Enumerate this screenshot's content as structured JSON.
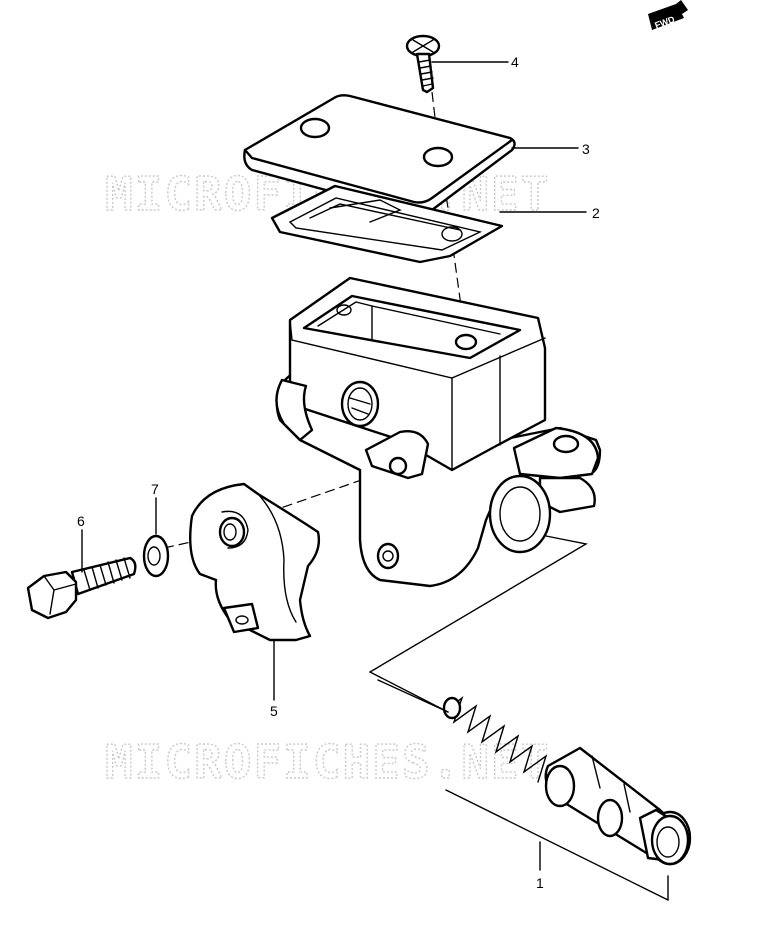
{
  "watermark": "MICROFICHES.NET",
  "orientation_badge": {
    "text": "FWD"
  },
  "callouts": [
    {
      "id": "1",
      "label": "1"
    },
    {
      "id": "2",
      "label": "2"
    },
    {
      "id": "3",
      "label": "3"
    },
    {
      "id": "4",
      "label": "4"
    },
    {
      "id": "5",
      "label": "5"
    },
    {
      "id": "6",
      "label": "6"
    },
    {
      "id": "7",
      "label": "7"
    }
  ]
}
